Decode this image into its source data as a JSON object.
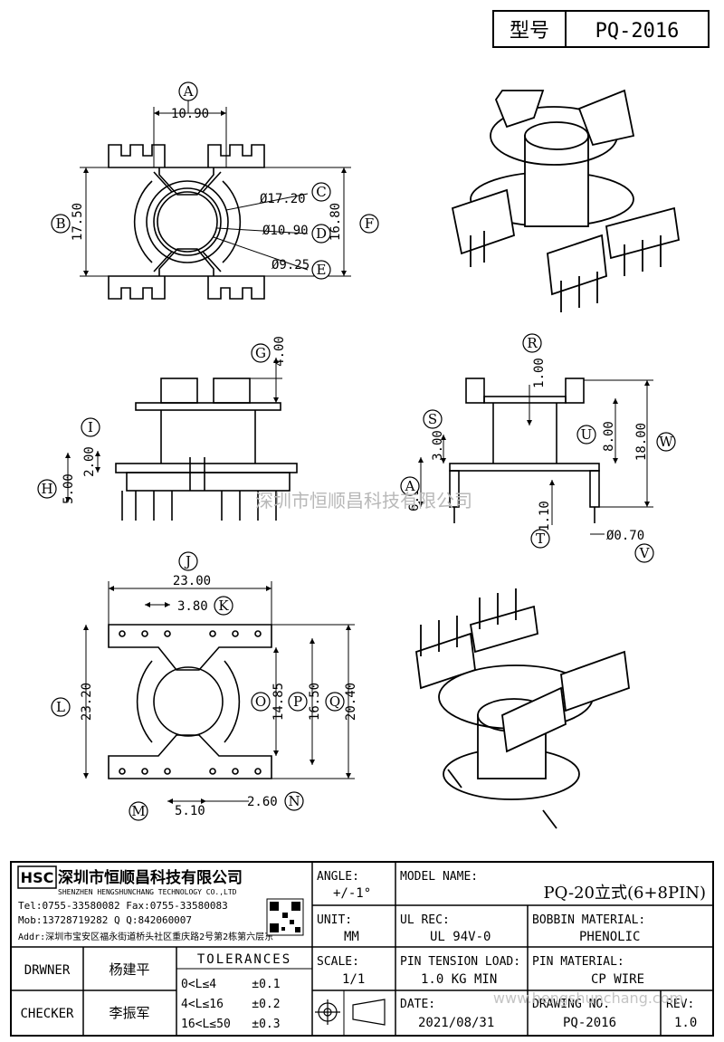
{
  "title_block": {
    "model_label": "型号",
    "model_value": "PQ-2016"
  },
  "callouts": {
    "A": "A",
    "B": "B",
    "C": "C",
    "D": "D",
    "E": "E",
    "F": "F",
    "G": "G",
    "H": "H",
    "I": "I",
    "J": "J",
    "K": "K",
    "L": "L",
    "M": "M",
    "N": "N",
    "O": "O",
    "P": "P",
    "Q": "Q",
    "R": "R",
    "S": "S",
    "T": "T",
    "U": "U",
    "V": "V",
    "W": "W",
    "A2": "A"
  },
  "dimensions": {
    "top_a": "10.90",
    "top_b": "17.50",
    "top_c": "Ø17.20",
    "top_d": "Ø10.90",
    "top_e": "Ø9.25",
    "top_f": "16.80",
    "front_g": "4.00",
    "front_i": "2.00",
    "front_h": "5.00",
    "side_r": "1.00",
    "side_s": "3.00",
    "side_a": "6.10",
    "side_t": "1.10",
    "side_u": "8.00",
    "side_w": "18.00",
    "side_v": "Ø0.70",
    "bottom_j": "23.00",
    "bottom_k": "3.80",
    "bottom_l": "23.20",
    "bottom_o": "14.85",
    "bottom_p": "16.50",
    "bottom_q": "20.40",
    "bottom_m": "5.10",
    "bottom_n": "2.60"
  },
  "watermark": {
    "center": "深圳市恒顺昌科技有限公司",
    "bottom": "www.hengshunchang.com"
  },
  "company": {
    "logo_text": "HSC",
    "name_cn": "深圳市恒顺昌科技有限公司",
    "name_en": "SHENZHEN HENGSHUNCHANG TECHNOLOGY CO.,LTD",
    "tel": "Tel:0755-33580082 Fax:0755-33580083",
    "mob": "Mob:13728719282     Q  Q:842060007",
    "addr": "Addr:深圳市宝安区福永街道桥头社区重庆路2号第2栋第六层东"
  },
  "info": {
    "angle_label": "ANGLE:",
    "angle_value": "+/-1°",
    "model_name_label": "MODEL NAME:",
    "model_name_value": "PQ-20立式(6+8PIN)",
    "unit_label": "UNIT:",
    "unit_value": "MM",
    "ul_label": "UL REC:",
    "ul_value": "UL 94V-0",
    "bobbin_label": "BOBBIN MATERIAL:",
    "bobbin_value": "PHENOLIC",
    "scale_label": "SCALE:",
    "scale_value": "1/1",
    "tension_label": "PIN TENSION LOAD:",
    "tension_value": "1.0 KG MIN",
    "pin_material_label": "PIN MATERIAL:",
    "pin_material_value": "CP WIRE",
    "date_label": "DATE:",
    "date_value": "2021/08/31",
    "drawing_label": "DRAWING NO.",
    "drawing_value": "PQ-2016",
    "rev_label": "REV:",
    "rev_value": "1.0",
    "drwner_label": "DRWNER",
    "drwner_value": "杨建平",
    "checker_label": "CHECKER",
    "checker_value": "李振军",
    "tolerances_label": "TOLERANCES",
    "tol_1": "0<L≤4     ±0.1",
    "tol_2": "4<L≤16    ±0.2",
    "tol_3": "16<L≤50   ±0.3"
  }
}
